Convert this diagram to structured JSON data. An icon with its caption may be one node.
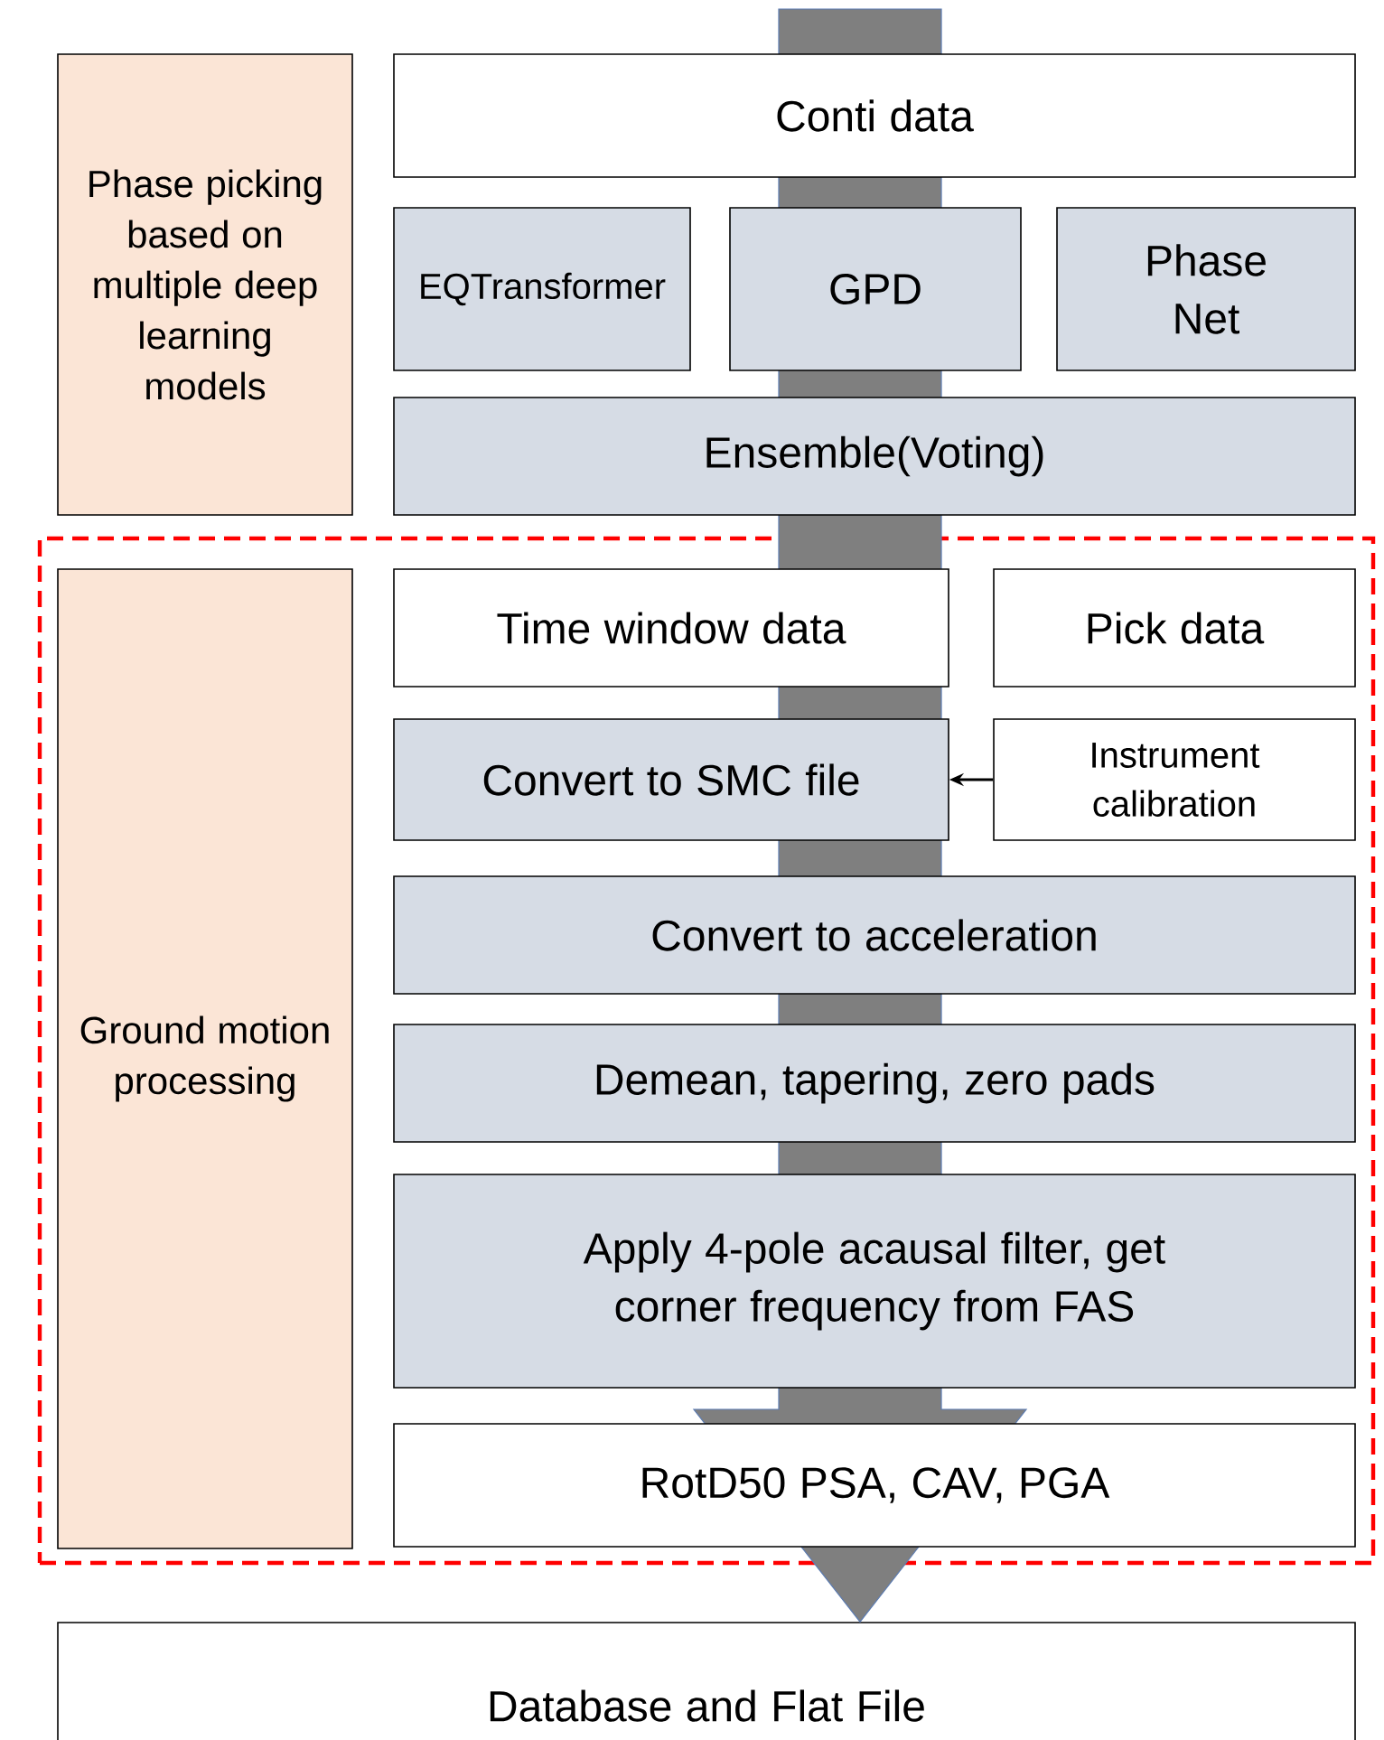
{
  "diagram": {
    "nodes": [
      {
        "text": [
          "Phase picking based on multiple deep learning models"
        ]
      },
      {
        "text": [
          "Conti data"
        ]
      },
      {
        "text": [
          "EQTransformer"
        ]
      },
      {
        "text": [
          "GPD"
        ]
      },
      {
        "text": [
          "Phase Net"
        ]
      },
      {
        "text": [
          "Ensemble(Voting)"
        ]
      },
      {
        "text": [],
        "shape": "box"
      },
      {
        "text": [
          "Ground motion processing"
        ],
        "in": 6
      },
      {
        "text": [
          "Time window data"
        ],
        "in": 6
      },
      {
        "text": [
          "Pick data"
        ],
        "in": 6
      },
      {
        "text": [
          "Convert to SMC file"
        ],
        "in": 6
      },
      {
        "text": [
          "Instrument calibration"
        ],
        "in": 6
      },
      {
        "text": [
          "Convert to acceleration"
        ],
        "in": 6
      },
      {
        "text": [
          "Demean, tapering, zero pads"
        ],
        "in": 6
      },
      {
        "text": [
          "Apply 4-pole acausal filter, get corner frequency from FAS"
        ],
        "in": 6
      },
      {
        "text": [
          "RotD50 PSA, CAV, PGA"
        ],
        "in": 6
      },
      {
        "text": [
          "Database and Flat File"
        ]
      }
    ],
    "edges": [
      {
        "from": null,
        "to": 16,
        "arrow": "to",
        "style": "thick",
        "color": "#7f7f7f"
      },
      {
        "from": 11,
        "to": 10,
        "arrow": "to",
        "color": "#000000"
      }
    ]
  }
}
